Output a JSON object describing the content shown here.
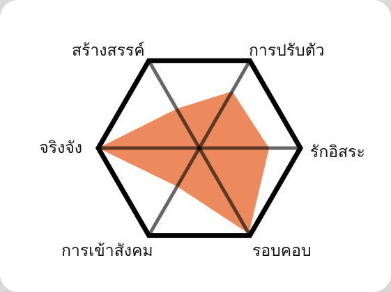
{
  "chart_data": {
    "type": "radar",
    "axes": [
      {
        "label": "รักอิสระ",
        "value": 0.69
      },
      {
        "label": "รอบคอบ",
        "value": 0.98
      },
      {
        "label": "การเข้าสังคม",
        "value": 0.44
      },
      {
        "label": "จริงจัง",
        "value": 1.0
      },
      {
        "label": "สร้างสรรค์",
        "value": 0.45
      },
      {
        "label": "การปรับตัว",
        "value": 0.65
      }
    ],
    "scale_max": 1.0,
    "fill_color": "#ec8a5e",
    "outline_color": "#000000"
  }
}
